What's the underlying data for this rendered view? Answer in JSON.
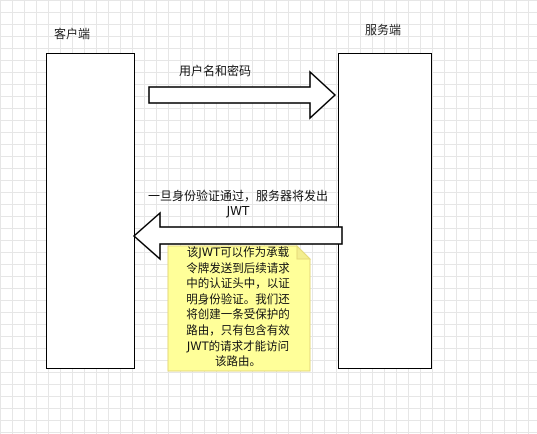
{
  "diagram": {
    "client_label": "客户端",
    "server_label": "服务端",
    "request_label": "用户名和密码",
    "response_label_line1": "一旦身份验证通过，服务器将发出",
    "response_label_line2": "JWT",
    "note_text": "该JWT可以作为承载\n令牌发送到后续请求\n中的认证头中，以证\n明身份验证。我们还\n将创建一条受保护的\n路由，只有包含有效\nJWT的请求才能访问\n该路由。",
    "colors": {
      "note_fill": "#ffff99",
      "note_stroke": "#e4d97a",
      "line": "#000000"
    }
  }
}
